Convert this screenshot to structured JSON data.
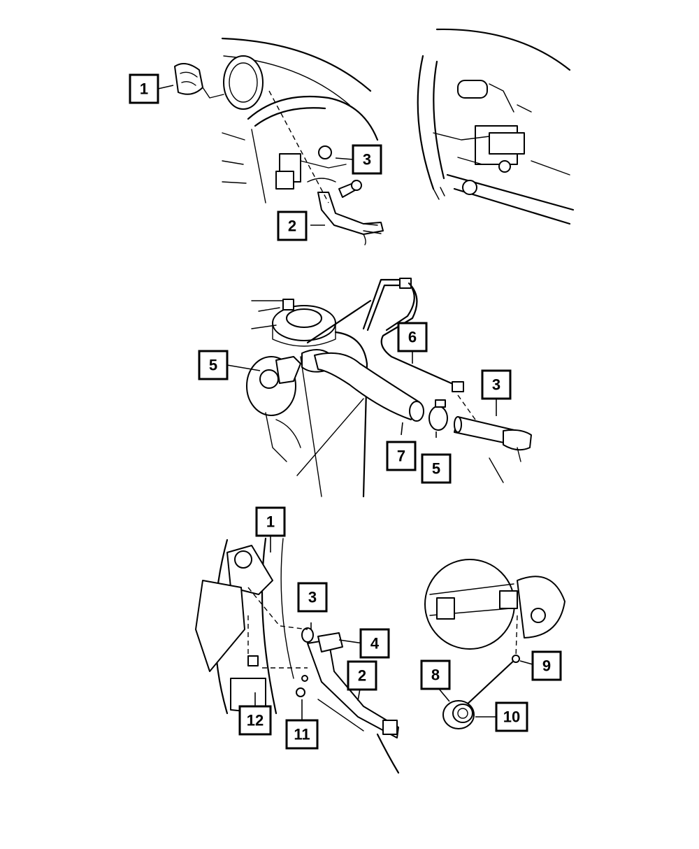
{
  "callouts": {
    "top_left": [
      {
        "label": "1"
      },
      {
        "label": "3"
      },
      {
        "label": "2"
      }
    ],
    "middle": [
      {
        "label": "5"
      },
      {
        "label": "6"
      },
      {
        "label": "3"
      },
      {
        "label": "7"
      },
      {
        "label": "5"
      }
    ],
    "bottom": [
      {
        "label": "1"
      },
      {
        "label": "3"
      },
      {
        "label": "4"
      },
      {
        "label": "2"
      },
      {
        "label": "12"
      },
      {
        "label": "11"
      },
      {
        "label": "8"
      },
      {
        "label": "9"
      },
      {
        "label": "10"
      }
    ]
  },
  "colors": {
    "ink": "#000000",
    "paper": "#ffffff"
  }
}
